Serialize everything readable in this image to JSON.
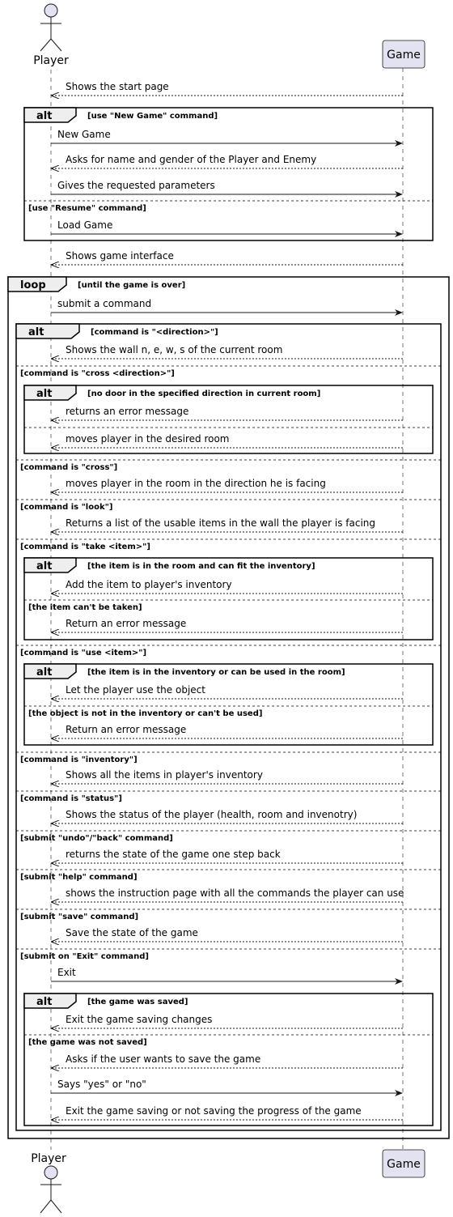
{
  "participants": {
    "player": "Player",
    "game": "Game"
  },
  "colors": {
    "participant_fill": "#e2e2f0",
    "participant_stroke": "#181818",
    "lifeline": "#181818",
    "frame_tab_fill": "#eeeeee"
  },
  "messages": [
    {
      "id": "m1",
      "text": "Shows the start page",
      "dir": "left",
      "dashed": true
    },
    {
      "id": "m2",
      "text": "New Game",
      "dir": "right",
      "dashed": false
    },
    {
      "id": "m3",
      "text": "Asks for name and gender of the Player and Enemy",
      "dir": "left",
      "dashed": true
    },
    {
      "id": "m4",
      "text": "Gives the requested parameters",
      "dir": "right",
      "dashed": false
    },
    {
      "id": "m5",
      "text": "Load Game",
      "dir": "right",
      "dashed": false
    },
    {
      "id": "m6",
      "text": "Shows game interface",
      "dir": "left",
      "dashed": true
    },
    {
      "id": "m7",
      "text": "submit a command",
      "dir": "right",
      "dashed": false
    },
    {
      "id": "m8",
      "text": "Shows the wall n, e, w, s of the current room",
      "dir": "left",
      "dashed": true
    },
    {
      "id": "m9",
      "text": "returns an error message",
      "dir": "left",
      "dashed": true
    },
    {
      "id": "m10",
      "text": "moves player in the desired room",
      "dir": "left",
      "dashed": true
    },
    {
      "id": "m11",
      "text": "moves player in the room in the direction he is facing",
      "dir": "left",
      "dashed": true
    },
    {
      "id": "m12",
      "text": "Returns a list of the usable items in the wall the player is facing",
      "dir": "left",
      "dashed": true
    },
    {
      "id": "m13",
      "text": "Add the item to player's inventory",
      "dir": "left",
      "dashed": true
    },
    {
      "id": "m14",
      "text": "Return an error message",
      "dir": "left",
      "dashed": true
    },
    {
      "id": "m15",
      "text": "Let the player use the object",
      "dir": "left",
      "dashed": true
    },
    {
      "id": "m16",
      "text": "Return an error message",
      "dir": "left",
      "dashed": true
    },
    {
      "id": "m17",
      "text": "Shows all the items in player's inventory",
      "dir": "left",
      "dashed": true
    },
    {
      "id": "m18",
      "text": "Shows the status of the player (health, room and invenotry)",
      "dir": "left",
      "dashed": true
    },
    {
      "id": "m19",
      "text": "returns the state of the game one step back",
      "dir": "left",
      "dashed": true
    },
    {
      "id": "m20",
      "text": "shows the instruction page with all the commands the player can use",
      "dir": "left",
      "dashed": true
    },
    {
      "id": "m21",
      "text": "Save the state of the game",
      "dir": "left",
      "dashed": true
    },
    {
      "id": "m22",
      "text": "Exit",
      "dir": "right",
      "dashed": false
    },
    {
      "id": "m23",
      "text": "Exit the game saving changes",
      "dir": "left",
      "dashed": true
    },
    {
      "id": "m24",
      "text": "Asks if the user wants to save the game",
      "dir": "left",
      "dashed": true
    },
    {
      "id": "m25",
      "text": "Says \"yes\" or \"no\"",
      "dir": "right",
      "dashed": false
    },
    {
      "id": "m26",
      "text": "Exit the game saving or not saving the progress of the game",
      "dir": "left",
      "dashed": true
    }
  ],
  "frames": [
    {
      "id": "alt-start",
      "op": "alt",
      "guard": "[use \"New Game\" command]",
      "else": [
        {
          "id": "alt-start-else-1",
          "guard": "[use \"Resume\" command]"
        }
      ]
    },
    {
      "id": "loop-main",
      "op": "loop",
      "guard": "[until the game is over]",
      "else": []
    },
    {
      "id": "alt-command",
      "op": "alt",
      "guard": "[command is  \"<direction>\"]",
      "else": [
        {
          "id": "alt-command-else-1",
          "guard": "[command is \"cross <direction>\"]"
        },
        {
          "id": "alt-command-else-2",
          "guard": "[command is \"cross\"]"
        },
        {
          "id": "alt-command-else-3",
          "guard": "[command is \"look\"]"
        },
        {
          "id": "alt-command-else-4",
          "guard": "[command is \"take <item>\"]"
        },
        {
          "id": "alt-command-else-5",
          "guard": "[command is \"use <item>\"]"
        },
        {
          "id": "alt-command-else-6",
          "guard": "[command is \"inventory\"]"
        },
        {
          "id": "alt-command-else-7",
          "guard": "[command is \"status\"]"
        },
        {
          "id": "alt-command-else-8",
          "guard": "[submit \"undo\"/\"back\" command]"
        },
        {
          "id": "alt-command-else-9",
          "guard": "[submit \"help\" command]"
        },
        {
          "id": "alt-command-else-10",
          "guard": "[submit \"save\" command]"
        },
        {
          "id": "alt-command-else-11",
          "guard": "[submit on \"Exit\" command]"
        }
      ]
    },
    {
      "id": "alt-cross",
      "op": "alt",
      "guard": "[no door in the specified direction in current room]",
      "else": [
        {
          "id": "alt-cross-else-1",
          "guard": ""
        }
      ]
    },
    {
      "id": "alt-take",
      "op": "alt",
      "guard": "[the item is in the room and can fit the inventory]",
      "else": [
        {
          "id": "alt-take-else-1",
          "guard": "[the item can't be taken]"
        }
      ]
    },
    {
      "id": "alt-use",
      "op": "alt",
      "guard": "[the item is in the inventory or can be used in the room]",
      "else": [
        {
          "id": "alt-use-else-1",
          "guard": "[the object is not in the inventory or can't be used]"
        }
      ]
    },
    {
      "id": "alt-exit",
      "op": "alt",
      "guard": "[the game was saved]",
      "else": [
        {
          "id": "alt-exit-else-1",
          "guard": "[the game was not saved]"
        }
      ]
    }
  ]
}
